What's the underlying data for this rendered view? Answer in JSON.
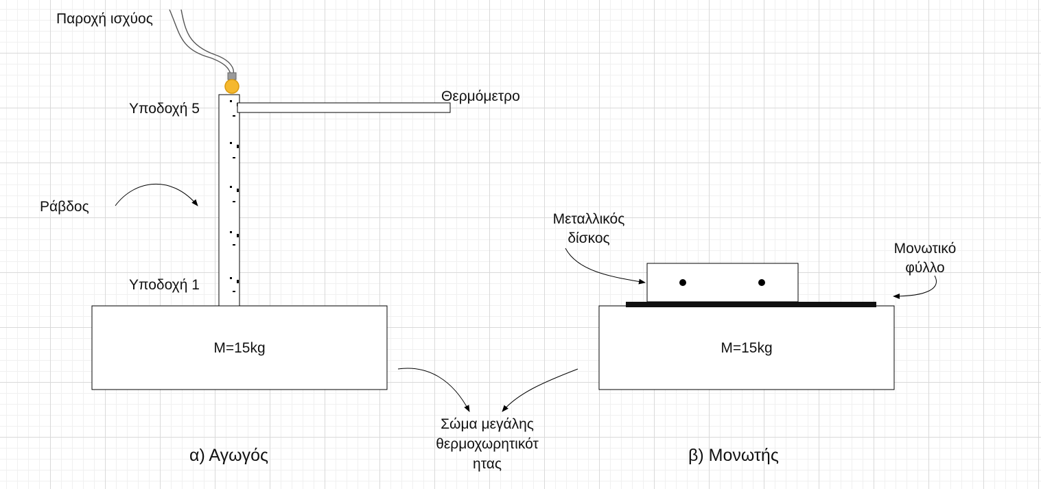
{
  "labels": {
    "power_supply": "Παροχή ισχύος",
    "thermometer": "Θερμόμετρο",
    "socket_5": "Υποδοχή 5",
    "socket_1": "Υποδοχή 1",
    "rod": "Ράβδος",
    "mass_left": "M=15kg",
    "mass_right": "M=15kg",
    "metal_disc": [
      "Μεταλλικός",
      "δίσκος"
    ],
    "insulating_sheet": [
      "Μονωτικό",
      "φύλλο"
    ],
    "high_heat_capacity_body": [
      "Σώμα μεγάλης",
      "θερμοχωρητικότ",
      "ητας"
    ],
    "caption_conductor": "α) Αγωγός",
    "caption_insulator": "β) Μονωτής"
  },
  "colors": {
    "line": "#000000",
    "grid_major": "#d9d9d9",
    "grid_minor": "#f0f0f0",
    "bulb": "#f5b82e",
    "bulb_socket": "#9a9a9a"
  }
}
